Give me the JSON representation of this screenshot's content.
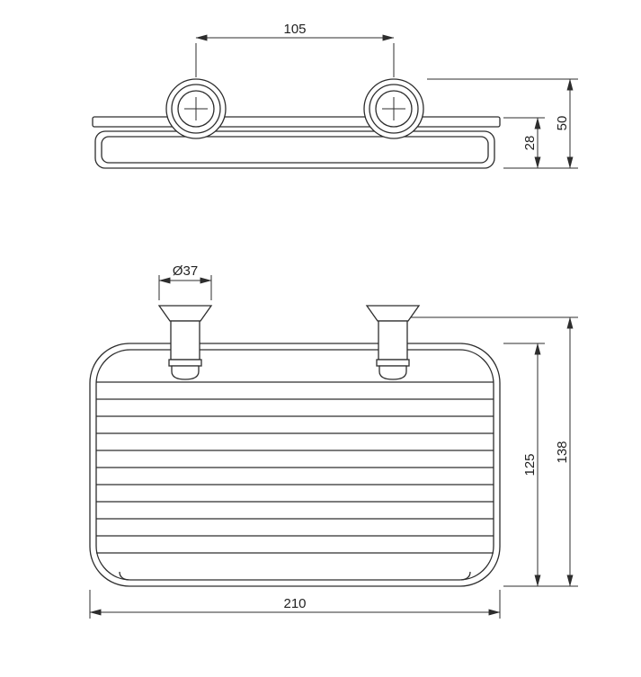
{
  "drawing": {
    "line_color": "#2d2d2d",
    "background_color": "#ffffff"
  },
  "front_view": {
    "dims": {
      "hole_spacing": "105",
      "bracket_height": "28",
      "overall_height": "50"
    }
  },
  "top_view": {
    "dims": {
      "post_diameter": "Ø37",
      "basket_depth": "125",
      "overall_depth": "138",
      "overall_width": "210"
    }
  }
}
